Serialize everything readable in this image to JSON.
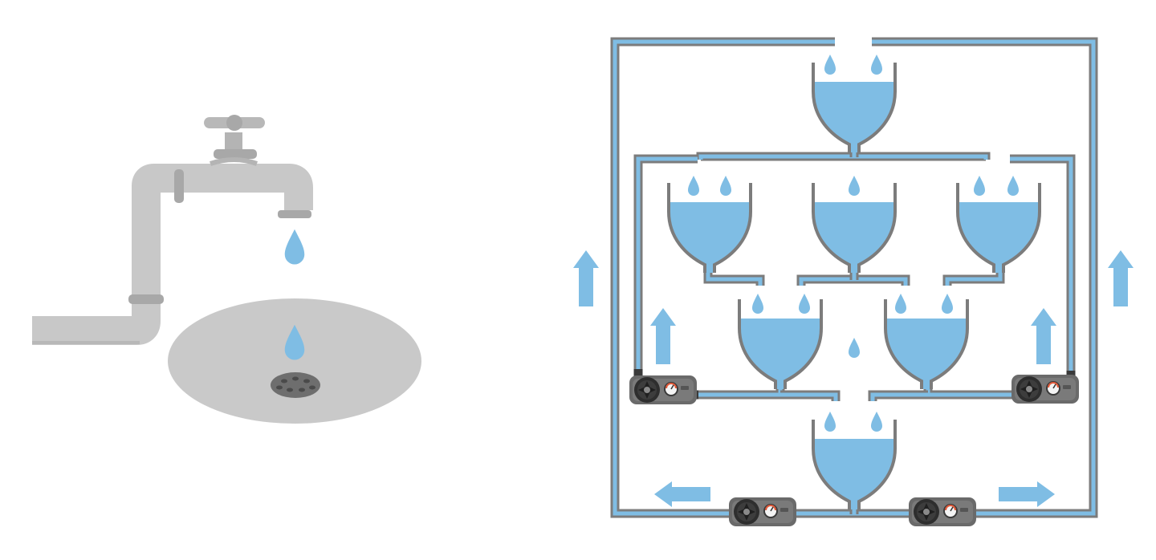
{
  "colors": {
    "background": "#ffffff",
    "water": "#7fbde4",
    "pipe_outline": "#7c7c7c",
    "tap_metal": "#c8c8c8",
    "tap_joint": "#a8a8a8",
    "basin": "#c9c9c9",
    "drain": "#6e6e6e",
    "pump_body": "#6a6a6a",
    "pump_fan": "#2e2e2e",
    "gauge_face": "#f4f4f4",
    "gauge_mark": "#e25a3a"
  },
  "scene": {
    "left": {
      "name": "dripping-tap-over-sink",
      "icons": [
        "faucet-icon",
        "water-drop-icon",
        "sink-basin-icon",
        "drain-icon"
      ]
    },
    "right": {
      "name": "water-recirculation-system",
      "bowl_count": 7,
      "pump_count": 4,
      "flow_arrow_count": 6
    }
  }
}
